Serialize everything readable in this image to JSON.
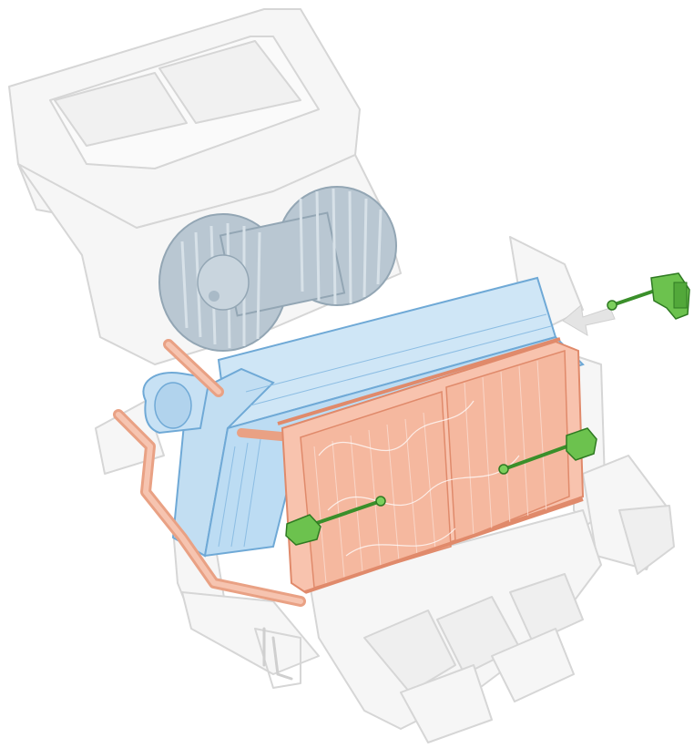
{
  "diagram": {
    "kind": "exploded-technical-illustration",
    "components": [
      {
        "id": "hvac-housing",
        "color": "#d9d9d9"
      },
      {
        "id": "blower-fan",
        "color": "#aebfcc"
      },
      {
        "id": "evaporator",
        "color": "#b8d9f0"
      },
      {
        "id": "heater-core",
        "color": "#f4b49c"
      },
      {
        "id": "heater-pipes",
        "color": "#f0a88c"
      },
      {
        "id": "temperature-sensor",
        "color": "#5fb84a",
        "count": 3
      },
      {
        "id": "insertion-arrow",
        "color": "#e2e2e2"
      }
    ]
  }
}
